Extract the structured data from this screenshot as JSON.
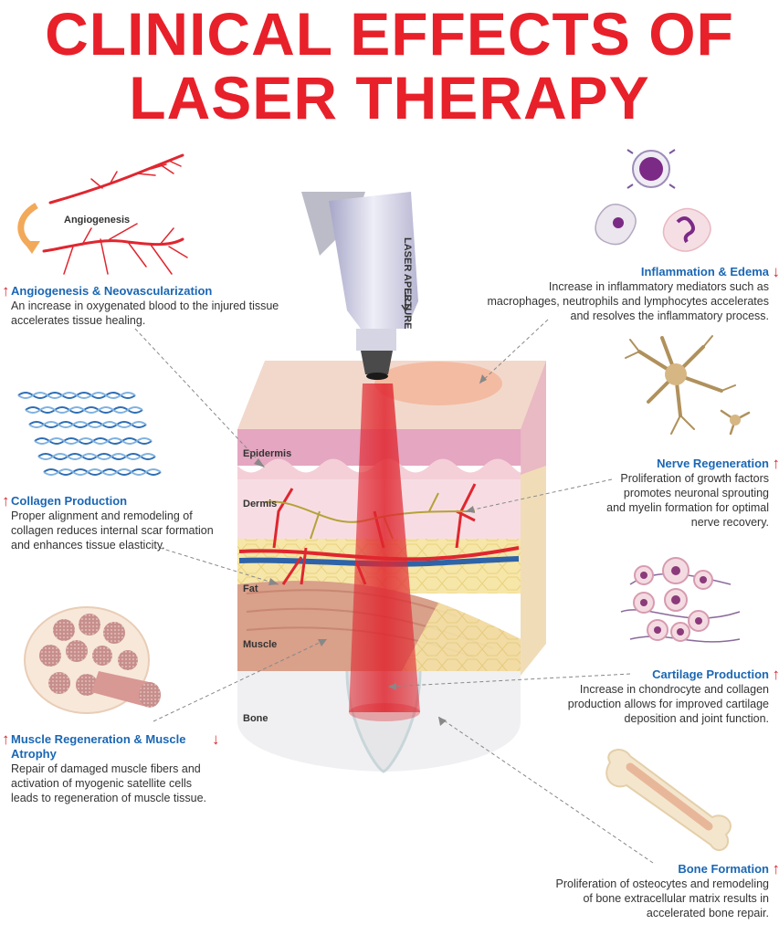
{
  "title": {
    "line1": "CLINICAL EFFECTS OF",
    "line2": "LASER THERAPY"
  },
  "small_labels": {
    "angiogenesis": "Angiogenesis",
    "laser_aperture": "LASER APERTURE"
  },
  "layers": {
    "epidermis": "Epidermis",
    "dermis": "Dermis",
    "fat": "Fat",
    "muscle": "Muscle",
    "bone": "Bone"
  },
  "effects": {
    "angiogenesis": {
      "heading": "Angiogenesis & Neovascularization",
      "body": "An increase in oxygenated blood to the injured tissue accelerates tissue healing.",
      "trend": "up"
    },
    "collagen": {
      "heading": "Collagen Production",
      "body": "Proper alignment and remodeling of collagen reduces internal scar formation and enhances tissue elasticity.",
      "trend": "up"
    },
    "muscle": {
      "heading": "Muscle Regeneration & Muscle Atrophy",
      "body": "Repair of damaged muscle fibers and activation of myogenic satellite cells leads to regeneration of muscle tissue.",
      "trend": "up/down"
    },
    "inflammation": {
      "heading": "Inflammation & Edema",
      "body": "Increase in inflammatory mediators such as macrophages, neutrophils and lymphocytes  accelerates and resolves the inflammatory process.",
      "trend": "down"
    },
    "nerve": {
      "heading": "Nerve Regeneration",
      "body": "Proliferation of growth factors promotes neuronal sprouting and myelin formation for optimal nerve recovery.",
      "trend": "up"
    },
    "cartilage": {
      "heading": "Cartilage Production",
      "body": "Increase in chondrocyte and collagen production allows for improved cartilage deposition and joint function.",
      "trend": "up"
    },
    "bone": {
      "heading": "Bone Formation",
      "body": "Proliferation of osteocytes and remodeling of bone extracellular matrix results in accelerated bone repair.",
      "trend": "up"
    }
  },
  "colors": {
    "title": "#e8202a",
    "heading": "#1a67b4",
    "arrow": "#d9262e",
    "laser": "#e0262f"
  }
}
